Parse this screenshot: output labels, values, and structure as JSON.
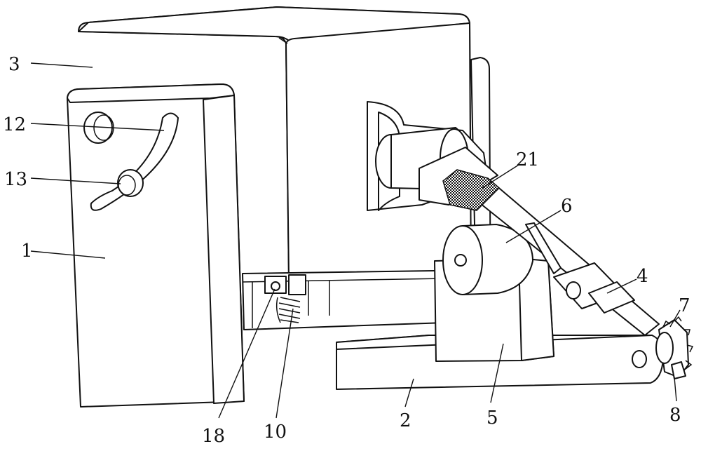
{
  "diagram": {
    "labels": {
      "l3": "3",
      "l12": "12",
      "l13": "13",
      "l1": "1",
      "l21": "21",
      "l6": "6",
      "l4": "4",
      "l7": "7",
      "l18": "18",
      "l10": "10",
      "l2": "2",
      "l5": "5",
      "l8": "8"
    }
  }
}
